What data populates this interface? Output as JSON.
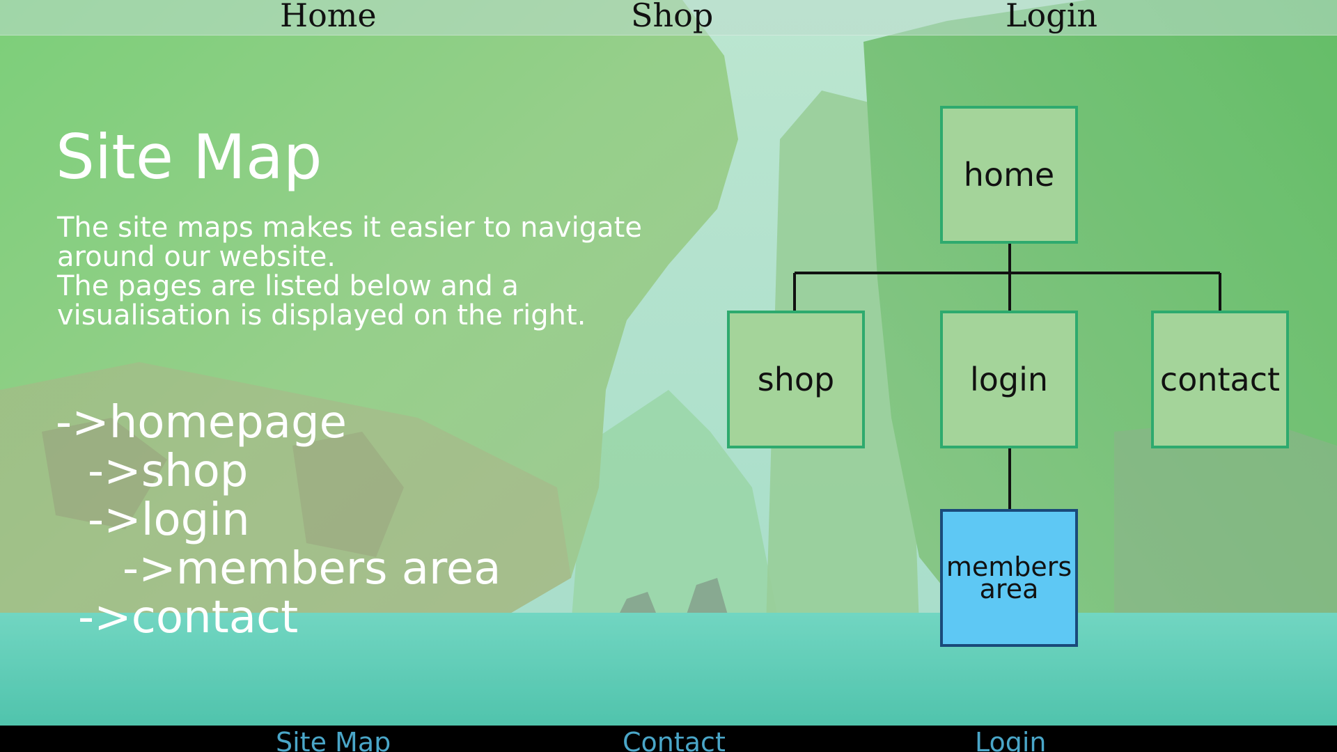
{
  "top_nav": {
    "home": "Home",
    "shop": "Shop",
    "login": "Login"
  },
  "main": {
    "title": "Site Map",
    "description_lines": [
      "The site maps makes it easier to navigate",
      "around our website.",
      "The pages are listed below and a",
      "visualisation is displayed on the right."
    ],
    "page_list": [
      "->homepage",
      "->shop",
      "->login",
      "->members area",
      "->contact"
    ]
  },
  "diagram": {
    "home": "home",
    "shop": "shop",
    "login": "login",
    "contact": "contact",
    "members_line1": "members",
    "members_line2": "area"
  },
  "footer": {
    "site_map": "Site Map",
    "contact": "Contact",
    "login": "Login"
  },
  "colors": {
    "node_fill": "#a4d49a",
    "node_border": "#2eaa6e",
    "members_fill": "#5ec8f4",
    "members_border": "#1a4a7a",
    "footer_link": "#4aa6c8",
    "footer_bg": "#000000"
  }
}
